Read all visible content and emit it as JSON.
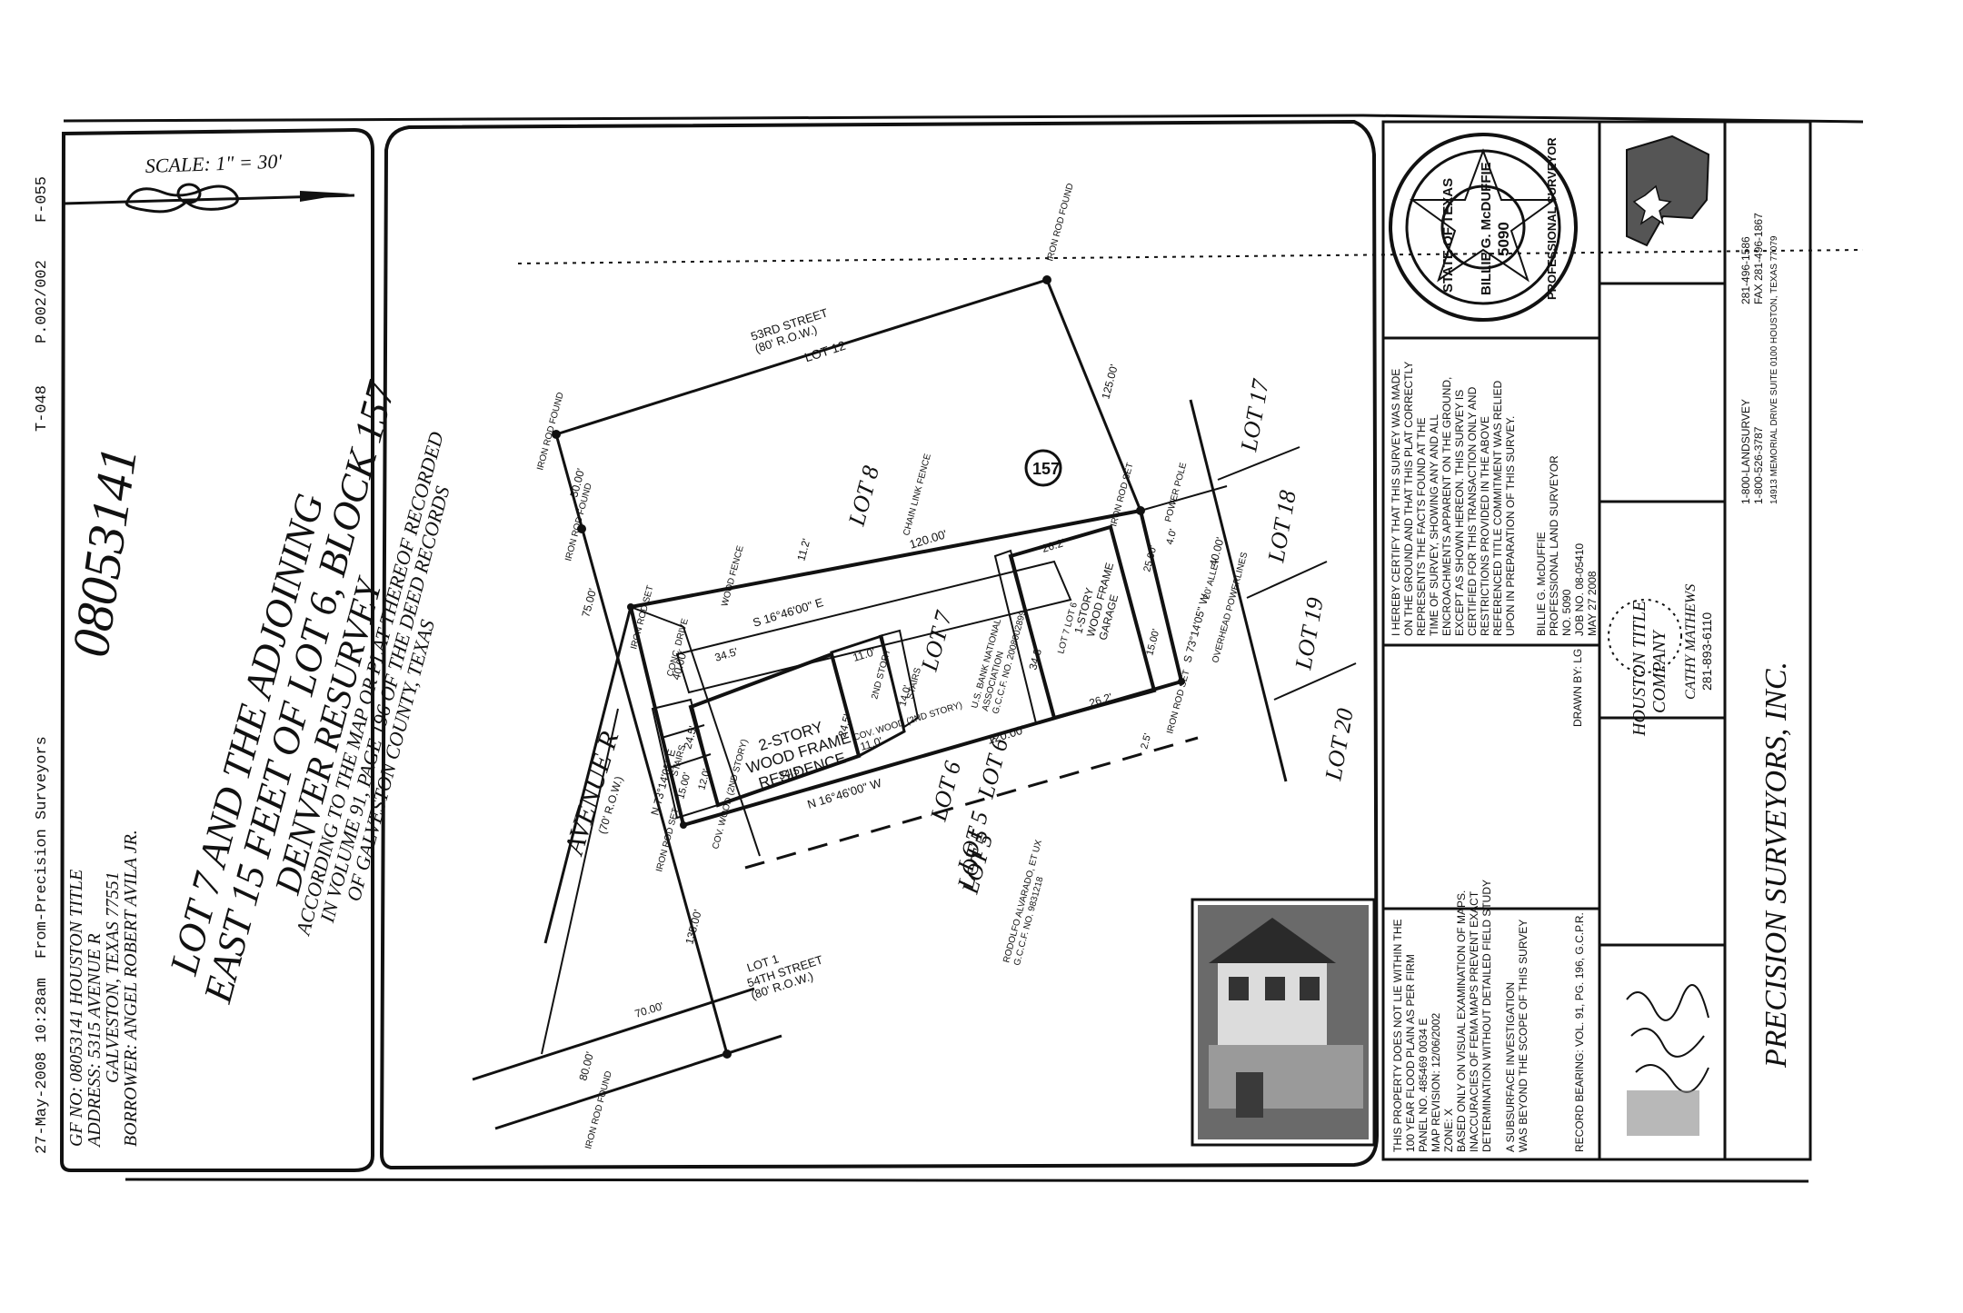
{
  "fax_header": {
    "date_time": "27-May-2008  10:28am",
    "from": "From-Precision Surveyors",
    "doc_id": "T-048",
    "page": "P.002/002",
    "form": "F-055"
  },
  "handwritten_note": "08053141",
  "scale": "SCALE: 1\" = 30'",
  "gf_info": {
    "gf_no": "GF NO: 08053141 HOUSTON TITLE",
    "address": "ADDRESS: 5315 AVENUE R",
    "city": "GALVESTON, TEXAS 77551",
    "borrower": "BORROWER: ANGEL ROBERT AVILA JR."
  },
  "title": {
    "line1": "LOT 7 AND THE ADJOINING",
    "line2": "EAST 15 FEET OF LOT 6, BLOCK 157",
    "line3": "DENVER RESURVEY",
    "line4": "ACCORDING TO THE MAP OR PLAT THEREOF RECORDED",
    "line5": "IN VOLUME 91, PAGE 196 OF THE DEED RECORDS",
    "line6": "OF GALVESTON COUNTY, TEXAS"
  },
  "plat": {
    "street_top": "53RD STREET",
    "street_top_row": "(80' R.O.W.)",
    "street_bottom": "54TH STREET",
    "street_bottom_row": "(80' R.O.W.)",
    "avenue": "AVENUE R",
    "avenue_row": "(70' R.O.W.)",
    "lot12": "LOT 12",
    "lot1": "LOT 1",
    "lot8": "LOT 8",
    "lot7": "LOT 7",
    "lot6": "LOT 6",
    "lot5": "LOT 5",
    "lot17": "LOT 17",
    "lot18": "LOT 18",
    "lot19": "LOT 19",
    "lot20": "LOT 20",
    "block": "157",
    "alley": "20' ALLEY",
    "residence_1": "2-STORY",
    "residence_2": "WOOD FRAME",
    "residence_3": "RESIDENCE",
    "garage_1": "1-STORY",
    "garage_2": "WOOD FRAME",
    "garage_3": "GARAGE",
    "bearing_top": "S 16°46'00\" E",
    "bearing_bottom": "N 16°46'00\" W",
    "bearing_front": "N 73°14'05\" E",
    "bearing_rear": "S 73°14'05\" W",
    "dist_120_top": "120.00'",
    "dist_120_bottom": "120.00'",
    "dist_40_front": "40.00'",
    "dist_40_rear": "40.00'",
    "dist_125": "125.00'",
    "dist_50": "50.00'",
    "dist_75": "75.00'",
    "dist_135": "135.00'",
    "dist_70": "70.00'",
    "dist_80": "80.00'",
    "dim_345_a": "34.5'",
    "dim_345_b": "34.5'",
    "dim_245_a": "24.5'",
    "dim_245_b": "24.5'",
    "dim_262_a": "26.2'",
    "dim_262_b": "26.2'",
    "dim_343": "34.3'",
    "dim_112": "11.2'",
    "dim_110_a": "11.0'",
    "dim_110_b": "11.0'",
    "dim_140": "14.0'",
    "dim_150": "15.00'",
    "dim_120": "12.0'",
    "dim_250": "25.00'",
    "dim_41": "4.0'",
    "dim_25": "2.5'",
    "dim_1500": "15.00'",
    "iron_rod_found_1": "IRON ROD FOUND",
    "iron_rod_found_2": "IRON ROD FOUND",
    "iron_rod_found_3": "IRON ROD FOUND",
    "iron_rod_found_4": "IRON ROD FOUND",
    "iron_rod_set_1": "IRON ROD SET",
    "iron_rod_set_2": "IRON ROD SET",
    "iron_rod_set_3": "IRON ROD SET",
    "iron_rod_set_4": "IRON ROD SET",
    "power_pole": "POWER POLE",
    "overhead": "OVERHEAD POWERLINES",
    "wood_fence": "WOOD FENCE",
    "chain_link": "CHAIN LINK FENCE",
    "conc_drive": "CONC. DRIVE",
    "cov_wood_1": "COV. WOOD (2ND STORY)",
    "cov_wood_2": "COV. WOOD (2ND STORY)",
    "second_story": "2ND STORY",
    "stairs_1": "STAIRS",
    "stairs_2": "STAIRS",
    "us_bank_1": "U.S. BANK NATIONAL",
    "us_bank_2": "ASSOCIATION",
    "us_bank_3": "G.C.C.F. NO. 2008002899",
    "rodolfo_1": "RODOLFO ALVARADO, ET UX",
    "rodolfo_2": "G.C.C.F. NO. 9831218",
    "lot7_lot6": "LOT 7 LOT 6"
  },
  "certification": {
    "l1": "I HEREBY CERTIFY THAT THIS SURVEY WAS MADE",
    "l2": "ON THE GROUND AND THAT THIS PLAT CORRECTLY",
    "l3": "REPRESENTS THE FACTS FOUND AT THE",
    "l4": "TIME OF SURVEY, SHOWING ANY AND ALL",
    "l5": "ENCROACHMENTS APPARENT ON THE GROUND,",
    "l6": "EXCEPT AS SHOWN HEREON. THIS SURVEY IS",
    "l7": "CERTIFIED FOR THIS TRANSACTION ONLY AND",
    "l8": "RESTRICTIONS PROVIDED IN THE ABOVE",
    "l9": "REFERENCED TITLE COMMITMENT WAS RELIED",
    "l10": "UPON IN PREPARATION OF THIS SURVEY.",
    "name": "BILLIE G. McDUFFIE",
    "role": "PROFESSIONAL LAND SURVEYOR",
    "reg": "NO. 5090",
    "job": "JOB NO. 08-05410",
    "date": "MAY 27 2008",
    "drawn_by": "DRAWN BY: LG"
  },
  "flood": {
    "l1": "THIS PROPERTY DOES NOT LIE WITHIN THE",
    "l2": "100 YEAR FLOOD PLAIN AS PER FIRM",
    "l3": "PANEL NO. 485469 0034 E",
    "l4": "MAP REVISION: 12/06/2002",
    "l5": "ZONE: X",
    "l6": "BASED ONLY ON VISUAL EXAMINATION OF MAPS.",
    "l7": "INACCURACIES OF FEMA MAPS PREVENT EXACT",
    "l8": "DETERMINATION WITHOUT DETAILED FIELD STUDY",
    "l9": "A SUBSURFACE INVESTIGATION",
    "l10": "WAS BEYOND THE SCOPE OF THIS SURVEY",
    "record": "RECORD BEARING: VOL. 91, PG. 196, G.C.P.R."
  },
  "seal": {
    "outer": "STATE OF TEXAS",
    "name": "BILLIE G. McDUFFIE",
    "number": "5090",
    "bottom": "PROFESSIONAL SURVEYOR"
  },
  "title_company": {
    "name1": "HOUSTON TITLE",
    "name2": "COMPANY",
    "contact": "CATHY MATHEWS",
    "phone": "281-893-6110"
  },
  "surveyor_company": {
    "name": "PRECISION SURVEYORS, INC.",
    "tel1": "1-800-LANDSURVEY",
    "tel2": "1-800-526-3787",
    "address": "14913 MEMORIAL DRIVE SUITE 0100 HOUSTON, TEXAS 77079",
    "phone": "281-496-1586",
    "fax": "FAX 281-496-1867"
  }
}
